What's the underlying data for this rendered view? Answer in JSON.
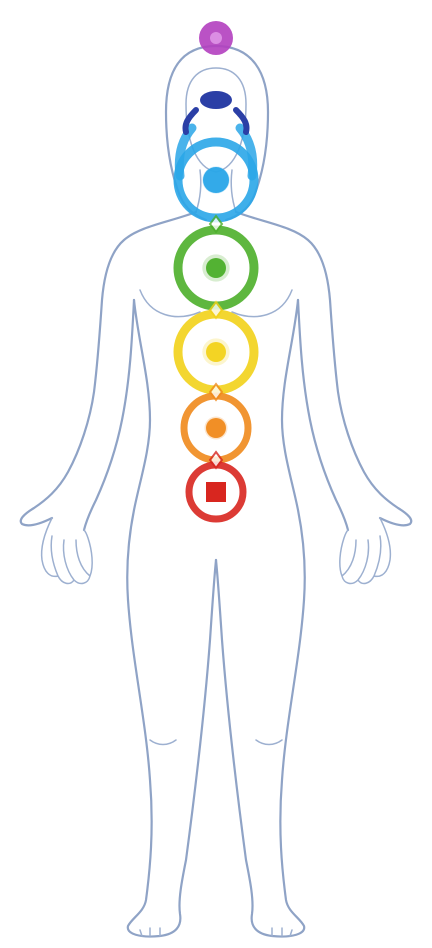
{
  "chakras": [
    {
      "name": "crown",
      "color": "#b23fbf"
    },
    {
      "name": "third-eye",
      "color": "#2b3fa6"
    },
    {
      "name": "throat",
      "color": "#2aa6e8"
    },
    {
      "name": "heart",
      "color": "#4caf2a"
    },
    {
      "name": "solar-plexus",
      "color": "#f2d21a"
    },
    {
      "name": "sacral",
      "color": "#f08a1c"
    },
    {
      "name": "root",
      "color": "#d8261f"
    }
  ],
  "colors": {
    "outline": "#8fa3c6",
    "background": "#ffffff"
  }
}
